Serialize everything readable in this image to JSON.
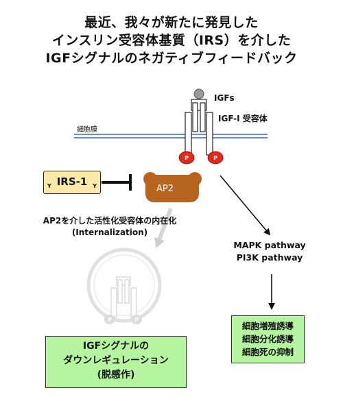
{
  "title": {
    "line1": "最近、我々が新たに発見した",
    "line2": "インスリン受容体基質（IRS）を介した",
    "line3": "IGFシグナルのネガティブフィードバック"
  },
  "labels": {
    "igfs": "IGFs",
    "receptor": "IGF-I 受容体",
    "membrane": "細胞膜",
    "phospho": "P",
    "ap2": "AP2",
    "irs1": "IRS-1",
    "tyrosine": "Y",
    "internalization_line1": "AP2を介した活性化受容体の内在化",
    "internalization_line2": "(Internalization)"
  },
  "pathways": [
    "MAPK pathway",
    "PI3K pathway"
  ],
  "effects_box": [
    "細胞増殖誘導",
    "細胞分化誘導",
    "細胞死の抑制"
  ],
  "downregulation_box": [
    "IGFシグナルの",
    "ダウンレギュレーション",
    "(脱感作)"
  ],
  "colors": {
    "membrane": "#3a63c8",
    "phospho": "#e8261c",
    "ap2": "#b8641f",
    "irs_box": "#ffe9a8",
    "green_box": "#b6f5a0",
    "ghost": "#d6d6d6"
  }
}
